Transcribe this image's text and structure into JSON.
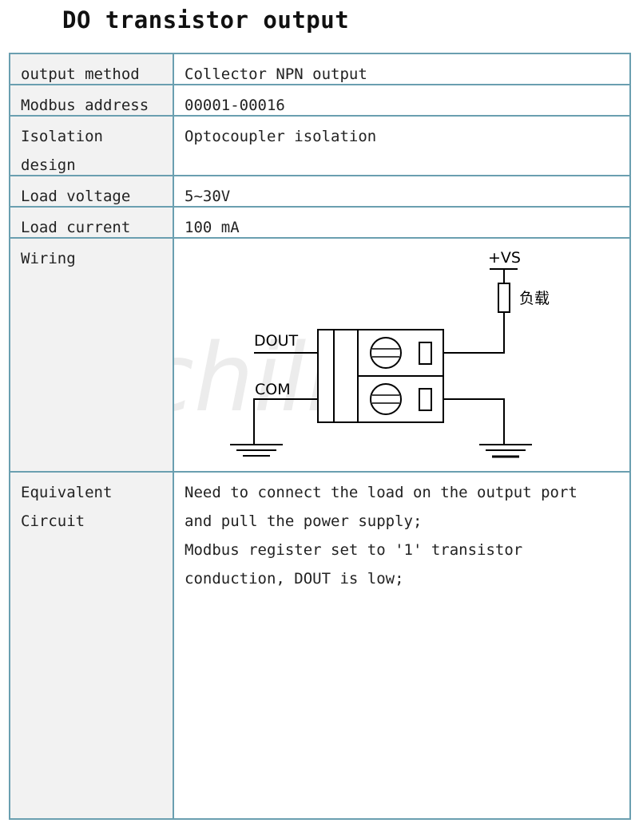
{
  "title": "DO transistor output",
  "rows": [
    {
      "label": "output method",
      "value": "Collector NPN output"
    },
    {
      "label": "Modbus address",
      "value": "00001-00016"
    },
    {
      "label_lines": [
        "Isolation",
        "design"
      ],
      "value": "Optocoupler isolation"
    },
    {
      "label": "Load voltage",
      "value": "5~30V"
    },
    {
      "label": "Load current",
      "value": "100 mA"
    },
    {
      "label": "Wiring"
    },
    {
      "label_lines": [
        "Equivalent",
        "Circuit"
      ],
      "value_lines": [
        "Need to connect the load on the output port",
        "and pull the power supply;",
        "Modbus register set to '1' transistor",
        "conduction, DOUT is low;"
      ]
    }
  ],
  "diagram": {
    "vs_label": "+VS",
    "load_label": "负载",
    "dout_label": "DOUT",
    "com_label": "COM",
    "watermark": "chillli"
  }
}
